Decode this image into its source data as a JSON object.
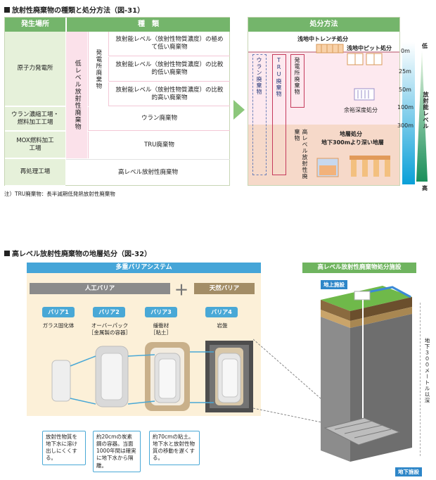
{
  "fig1": {
    "title": "放射性廃棄物の種類と処分方法（図-31）",
    "header_source": "発生場所",
    "header_type": "種　類",
    "header_method": "処分方法",
    "sources": [
      "原子力発電所",
      "ウラン濃縮工場・燃料加工工場",
      "MOX燃料加工工場",
      "再処理工場"
    ],
    "low_level_label": "低レベル放射性廃棄物",
    "plant_waste_label": "発電所廃棄物",
    "types": [
      "放射能レベル（放射性物質濃度）の極めて低い廃棄物",
      "放射能レベル（放射性物質濃度）の比較的低い廃棄物",
      "放射能レベル（放射性物質濃度）の比較的高い廃棄物",
      "ウラン廃棄物",
      "TRU廃棄物",
      "高レベル放射性廃棄物"
    ],
    "note": "注）TRU廃棄物：長半減期低発熱放射性廃棄物",
    "disposal": {
      "trench": "浅地中トレンチ処分",
      "pit": "浅地中ピット処分",
      "intermediate": "余裕深度処分",
      "geological": "地層処分",
      "geological_sub": "地下300mより深い地層",
      "col_uranium": "ウラン廃棄物",
      "col_tru": "TRU廃棄物",
      "col_plant": "発電所廃棄物",
      "col_hlw": "高レベル放射性廃棄物"
    },
    "depths": [
      "0m",
      "25m",
      "50m",
      "100m",
      "300m"
    ],
    "level_low": "低",
    "level_high": "高",
    "level_label": "放射能レベル"
  },
  "fig2": {
    "title": "高レベル放射性廃棄物の地層処分（図-32）",
    "multi_barrier": "多重バリアシステム",
    "engineered": "人工バリア",
    "plus": "＋",
    "natural": "天然バリア",
    "barriers": [
      {
        "name": "バリア1",
        "desc": "ガラス固化体"
      },
      {
        "name": "バリア2",
        "desc": "オーバーパック［金属製の容器］"
      },
      {
        "name": "バリア3",
        "desc": "緩衝材［粘土］"
      },
      {
        "name": "バリア4",
        "desc": "岩盤"
      }
    ],
    "callouts": [
      "放射性物質を地下水に溶け出しにくくする。",
      "約20cmの炭素鋼の容器。当面1000年間は確実に地下水から隔離。",
      "約70cmの粘土。地下水と放射性物質の移動を遅くする。"
    ],
    "facility_title": "高レベル放射性廃棄物処分施設",
    "surface": "地上施設",
    "underground": "地下施設",
    "depth_note": "地下３００メートル以深"
  },
  "colors": {
    "green": "#74b56b",
    "blue": "#45a5d8",
    "pink": "#fbe1ea"
  }
}
